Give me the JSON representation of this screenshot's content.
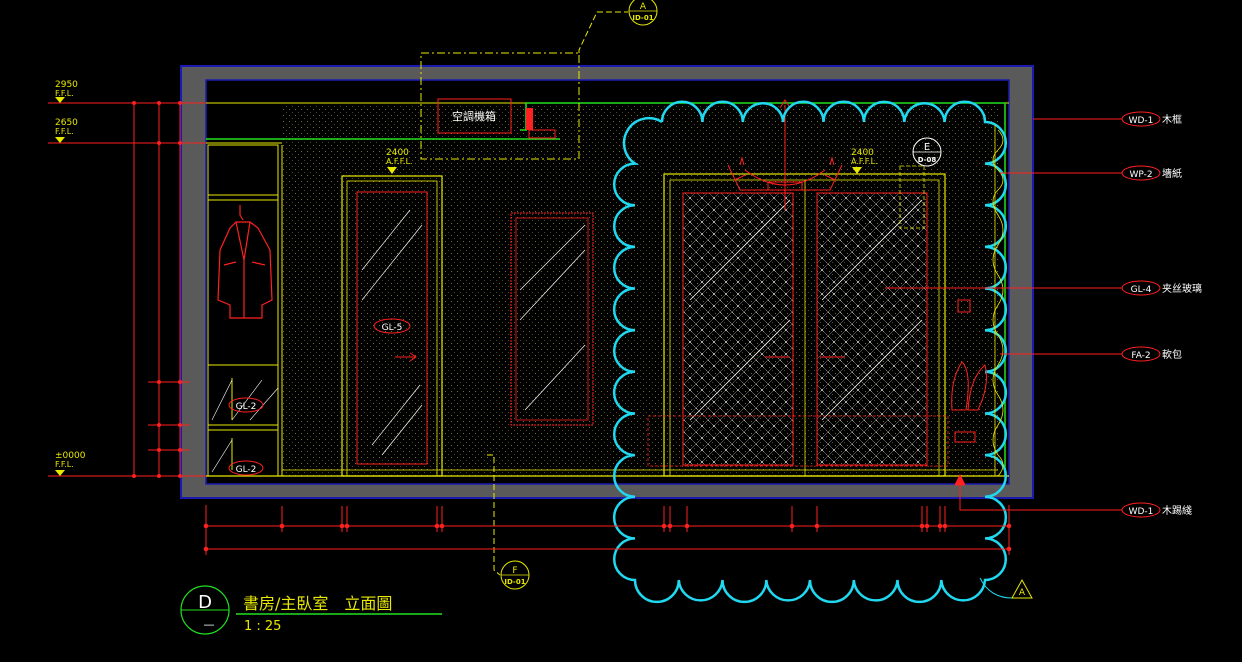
{
  "levels": {
    "l2950": {
      "value": "2950",
      "ref": "F.F.L."
    },
    "l2650": {
      "value": "2650",
      "ref": "F.F.L."
    },
    "l0000": {
      "value": "±0000",
      "ref": "F.F.L."
    }
  },
  "door_height": {
    "value": "2400",
    "ref": "A.F.F.L."
  },
  "callouts": {
    "top_section": {
      "letter": "A",
      "sheet": "ID-01"
    },
    "bottom_section": {
      "letter": "F",
      "sheet": "ID-01"
    },
    "detail_e": {
      "letter": "E",
      "sheet": "D-08"
    },
    "corner_mark": "A"
  },
  "ac_box_label": "空調機箱",
  "glass_tags": {
    "gl5": "GL-5",
    "gl2_upper": "GL-2",
    "gl2_lower": "GL-2"
  },
  "material_tags": [
    {
      "code": "WD-1",
      "desc": "木框"
    },
    {
      "code": "WP-2",
      "desc": "墻紙"
    },
    {
      "code": "GL-4",
      "desc": "夹丝玻璃"
    },
    {
      "code": "FA-2",
      "desc": "軟包"
    },
    {
      "code": "WD-1",
      "desc": "木踢綫"
    }
  ],
  "drawing_title": {
    "mark": "D",
    "sub": "—",
    "title": "書房/主臥室　立面圖",
    "scale": "1 : 25"
  },
  "colors": {
    "background": "#000000",
    "frame": "#5a5a5a",
    "frame_edge": "#1a1ab0",
    "yellow": "#e8e800",
    "red": "#ff2020",
    "green": "#20e020",
    "cyan": "#20d8f0",
    "white": "#ffffff",
    "hatch": "#8a8a3a"
  }
}
